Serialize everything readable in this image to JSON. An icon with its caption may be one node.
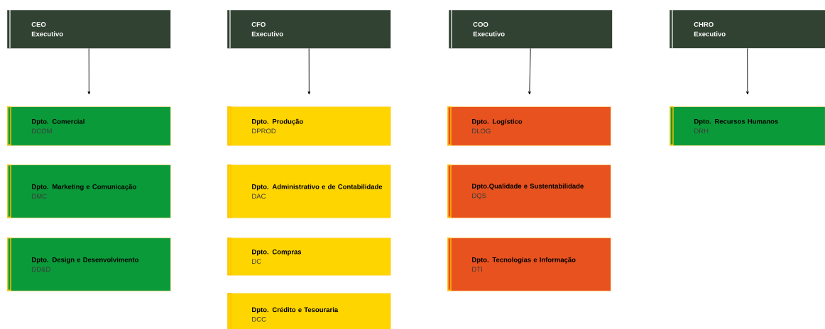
{
  "diagram": {
    "nodes": [
      {
        "text": [
          "CEO",
          "Executivo"
        ]
      },
      {
        "text": [
          "CFO",
          "Executivo"
        ]
      },
      {
        "text": [
          "COO",
          "Executivo"
        ]
      },
      {
        "text": [
          "CHRO",
          "Executivo"
        ]
      },
      {
        "text": [
          "Dpto. Comercial",
          "DCOM"
        ]
      },
      {
        "text": [
          "Dpto. Marketing e Comunicação",
          "DMC"
        ]
      },
      {
        "text": [
          "Dpto. Design e Desenvolvimento",
          "DD&D"
        ]
      },
      {
        "text": [
          "Dpto. Produção",
          "DPROD"
        ]
      },
      {
        "text": [
          "Dpto. Administrativo e de Contabilidade",
          "DAC"
        ]
      },
      {
        "text": [
          "Dpto. Compras",
          "DC"
        ]
      },
      {
        "text": [
          "Dpto. Crédito e Tesouraria",
          "DCC"
        ]
      },
      {
        "text": [
          "Dpto. Logístico",
          "DLOG"
        ]
      },
      {
        "text": [
          "Dpto.Qualidade e Sustentabilidade",
          "DQS"
        ]
      },
      {
        "text": [
          "Dpto. Tecnologias e Informação",
          "DTI"
        ]
      },
      {
        "text": [
          "Dpto. Recursos Humanos",
          "DRH"
        ]
      }
    ],
    "edges": [
      {
        "from": 0,
        "to": 4,
        "arrow": "to"
      },
      {
        "from": 1,
        "to": 7,
        "arrow": "to"
      },
      {
        "from": 2,
        "to": 11,
        "arrow": "to"
      },
      {
        "from": 3,
        "to": 14,
        "arrow": "to"
      }
    ]
  }
}
